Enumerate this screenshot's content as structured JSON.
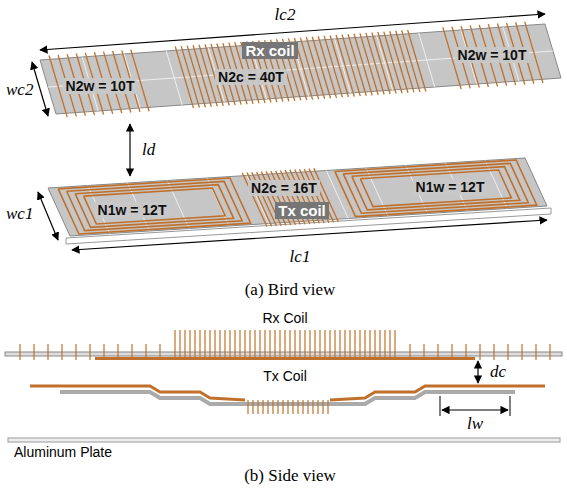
{
  "diagram": {
    "labels": [
      "lc2",
      "wc2",
      "N2w = 10T",
      "N2c = 40T",
      "N2w = 10T",
      "Rx coil",
      "ld",
      "N1w = 12T",
      "N2c = 16T",
      "N1w = 12T",
      "Tx coil",
      "wc1",
      "lc1",
      "(a) Bird view",
      "Rx Coil",
      "dc",
      "Tx Coil",
      "lw",
      "Aluminum Plate",
      "(b) Side view"
    ]
  }
}
